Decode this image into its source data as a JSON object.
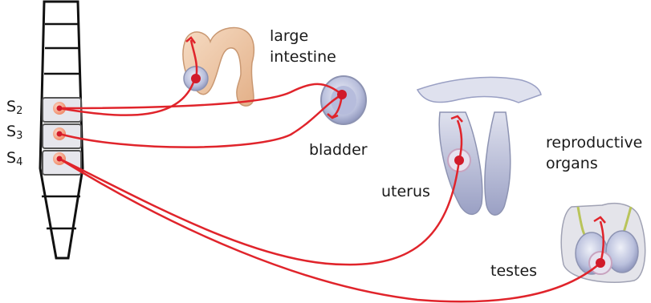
{
  "segments": [
    {
      "prefix": "S",
      "num": "2"
    },
    {
      "prefix": "S",
      "num": "3"
    },
    {
      "prefix": "S",
      "num": "4"
    }
  ],
  "organs": {
    "large_intestine": {
      "line1": "large",
      "line2": "intestine"
    },
    "bladder": "bladder",
    "uterus": "uterus",
    "reproductive": {
      "line1": "reproductive",
      "line2": "organs"
    },
    "testes": "testes"
  },
  "colors": {
    "nerve": "#e0242b",
    "dot": "#d11a2a",
    "organ_fill": "#c7cbe0",
    "organ_stroke": "#8d93b2",
    "intestine": "#f0c7a4",
    "segment_fill": "#e8e8ee",
    "segment_node": "#f2a58c"
  }
}
